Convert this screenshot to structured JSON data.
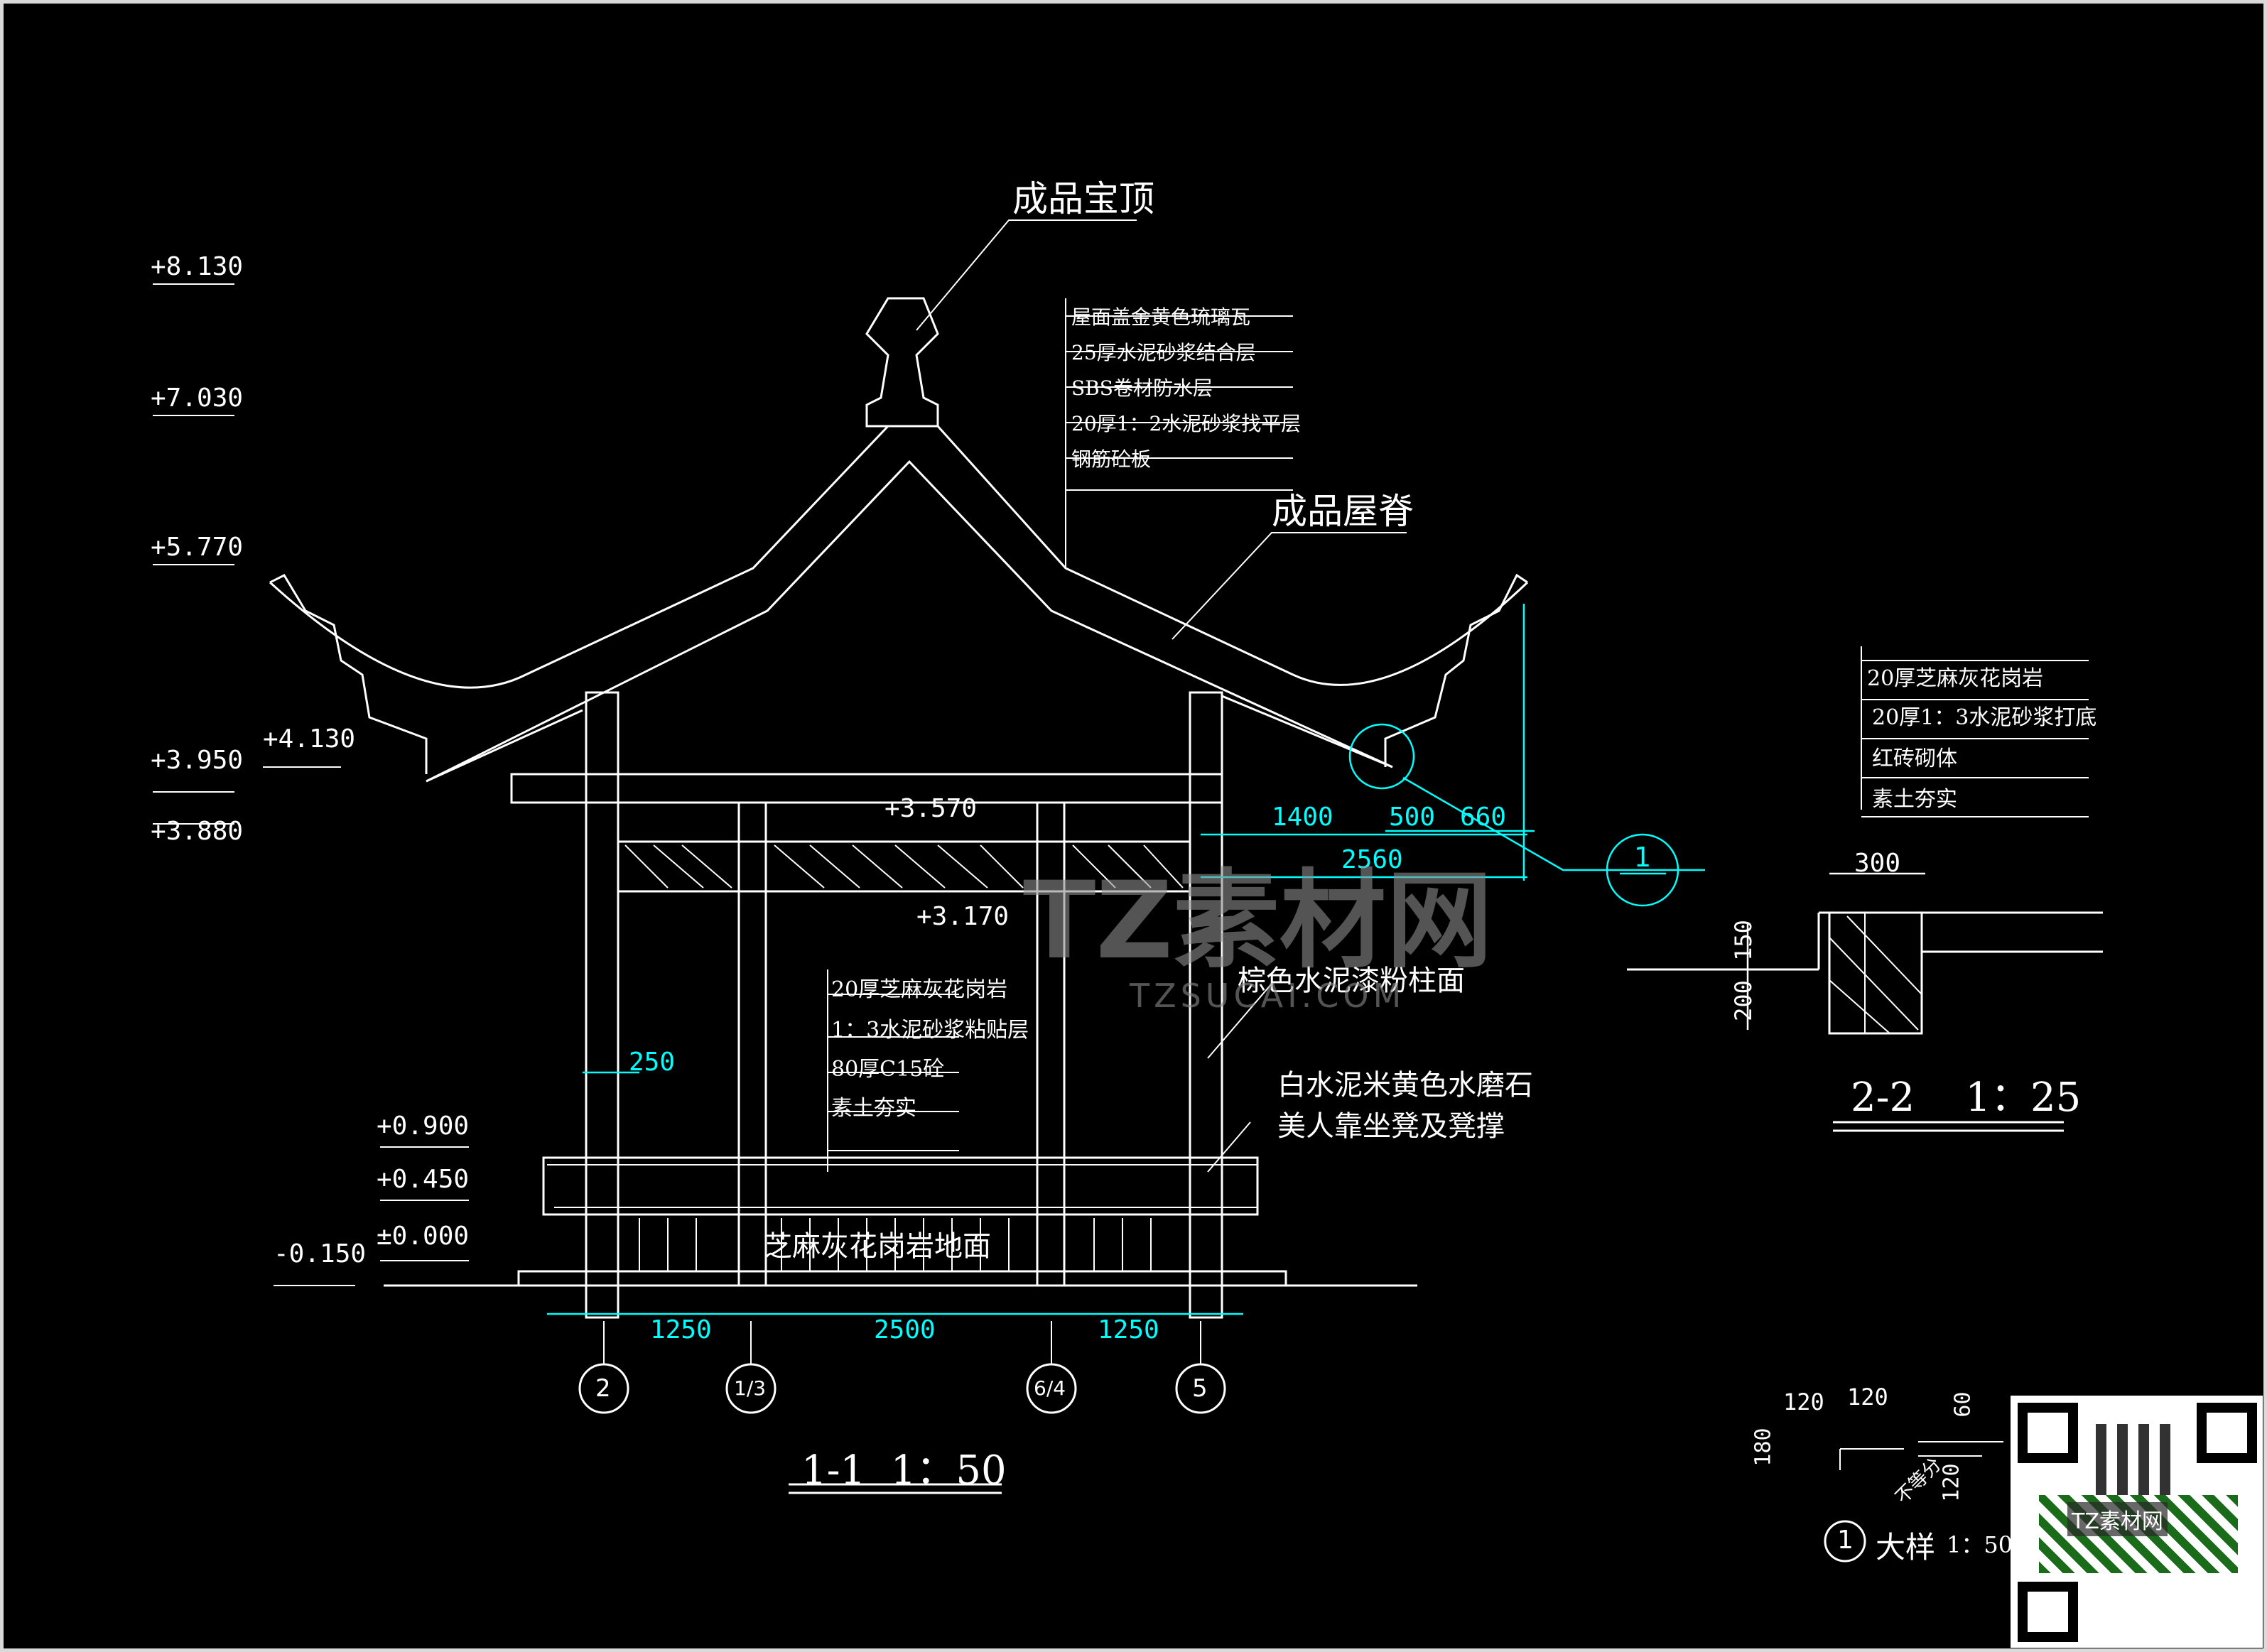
{
  "labels": {
    "baoding": "成品宝顶",
    "wuji": "成品屋脊",
    "zhuzi": "棕色水泥漆粉柱面",
    "kaoyi_1": "白水泥米黄色水磨石",
    "kaoyi_2": "美人靠坐凳及凳撑",
    "dimian": "芝麻灰花岗岩地面"
  },
  "roof_layers": [
    "屋面盖金黄色琉璃瓦",
    "25厚水泥砂浆结合层",
    "SBS卷材防水层",
    "20厚1：2水泥砂浆找平层",
    "钢筋砼板"
  ],
  "floor_layers": [
    "20厚芝麻灰花岗岩",
    "1：3水泥砂浆粘贴层",
    "80厚C15砼",
    "素土夯实"
  ],
  "section22_layers": [
    "20厚芝麻灰花岗岩",
    "20厚1：3水泥砂浆打底",
    "红砖砌体",
    "素土夯实"
  ],
  "elevations": {
    "e8130": "+8.130",
    "e7030": "+7.030",
    "e5770": "+5.770",
    "e4130": "+4.130",
    "e3950": "+3.950",
    "e3880": "+3.880",
    "e3570": "+3.570",
    "e3170": "+3.170",
    "e0900": "+0.900",
    "e0450": "+0.450",
    "e0000": "±0.000",
    "em0150": "-0.150"
  },
  "dims": {
    "d1400": "1400",
    "d500": "500",
    "d660": "660",
    "d2560": "2560",
    "d250": "250",
    "d1250a": "1250",
    "d2500": "2500",
    "d1250b": "1250",
    "d300": "300",
    "d150": "150",
    "d200": "200",
    "d120a": "120",
    "d120b": "120",
    "d180": "180",
    "d60": "60",
    "d120c": "120",
    "d_buyi": "不等分"
  },
  "axes": [
    "2",
    "1/3",
    "6/4",
    "5"
  ],
  "callout": "1",
  "titles": {
    "s11": "1-1  1：50",
    "s22": "2-2    1：25",
    "detail_num": "1",
    "detail": "大样",
    "detail_scale": "1：50"
  },
  "watermark": {
    "main": "TZ素材网",
    "sub": "TZSUCAI.COM",
    "qr": "TZ素材网"
  },
  "colors": {
    "line": "#ffffff",
    "dim": "#00ffff",
    "bg": "#000000"
  }
}
